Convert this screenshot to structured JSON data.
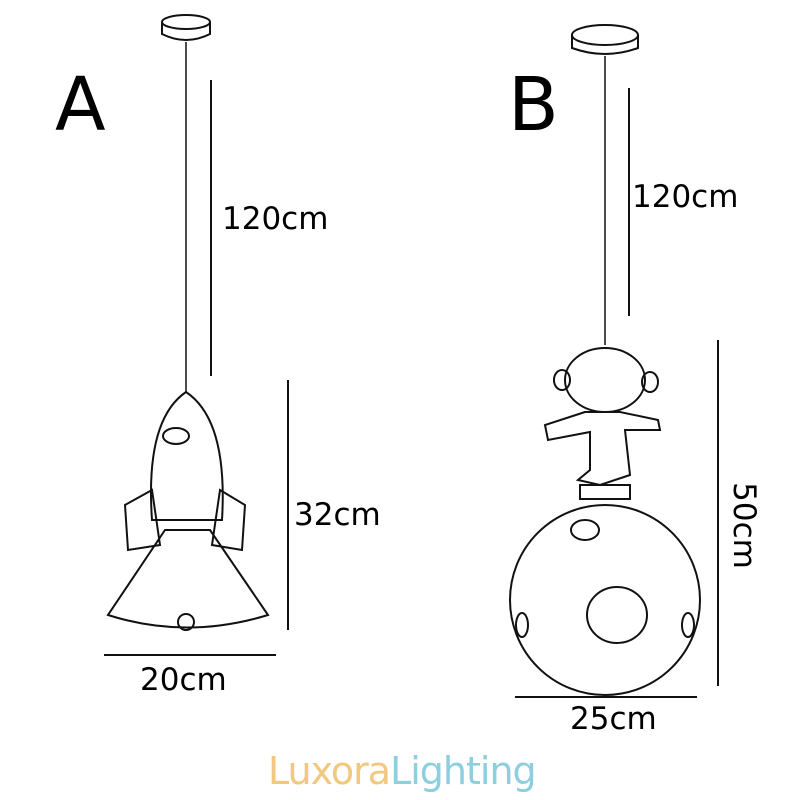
{
  "variants": [
    {
      "label": "A",
      "cord_length": "120cm",
      "height": "32cm",
      "width": "20cm"
    },
    {
      "label": "B",
      "cord_length": "120cm",
      "height": "50cm",
      "width": "25cm"
    }
  ],
  "logo": {
    "part1": "Luxora",
    "part2": "Lighting",
    "color1": "#f2c77e",
    "color2": "#8dcfdf"
  }
}
